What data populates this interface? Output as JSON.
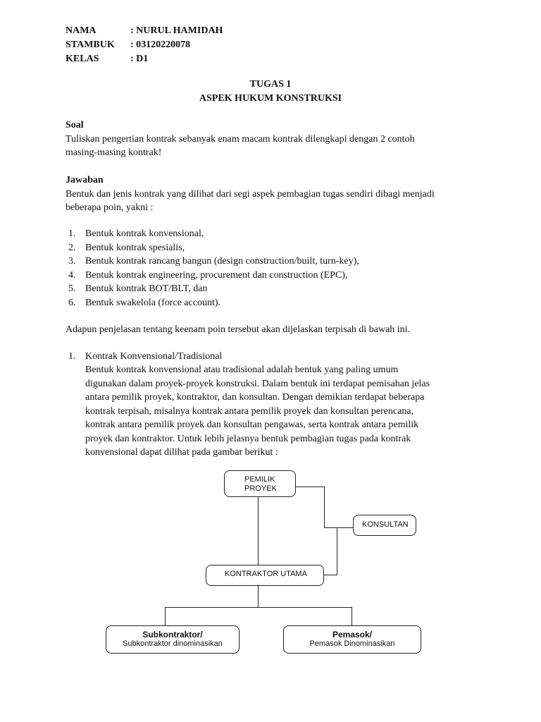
{
  "header": {
    "name_label": "NAMA",
    "name_value": ": NURUL HAMIDAH",
    "stambuk_label": "STAMBUK",
    "stambuk_value": ": 03120220078",
    "kelas_label": "KELAS",
    "kelas_value": ": D1"
  },
  "title": {
    "line1": "TUGAS 1",
    "line2": "ASPEK HUKUM KONSTRUKSI"
  },
  "soal": {
    "heading": "Soal",
    "line1": "Tuliskan pengertian kontrak sebanyak enam macam kontrak dilengkapi dengan 2 contoh",
    "line2": "masing-masing kontrak!"
  },
  "jawaban": {
    "heading": "Jawaban",
    "line1": "Bentuk dan jenis kontrak yang dilihat dari segi aspek pembagian tugas sendiri dibagi menjadi",
    "line2": "beberapa poin, yakni :"
  },
  "list": [
    {
      "num": "1.",
      "text": "Bentuk kontrak konvensional,"
    },
    {
      "num": "2.",
      "text": "Bentuk kontrak spesialis,"
    },
    {
      "num": "3.",
      "text": "Bentuk kontrak rancang bangun (design construction/built, turn-key),"
    },
    {
      "num": "4.",
      "text": "Bentuk kontrak engineering, procurement dan construction (EPC),"
    },
    {
      "num": "5.",
      "text": "Bentuk kontrak BOT/BLT, dan"
    },
    {
      "num": "6.",
      "text": "Bentuk swakelola (force account)."
    }
  ],
  "intro": "Adapun penjelasan tentang keenam poin tersebut akan dijelaskan terpisah di bawah ini.",
  "section1": {
    "num": "1.",
    "title": "Kontrak Konvensional/Tradisional",
    "lines": [
      "Bentuk kontrak konvensional atau tradisional adalah bentuk yang paling umum",
      "digunakan dalam proyek-proyek konstruksi. Dalam bentuk ini terdapat pemisahan jelas",
      "antara pemilik proyek, kontraktor, dan konsultan. Dengan demikian terdapat beberapa",
      "kontrak terpisah, misalnya kontrak antara pemilik proyek dan konsultan perencana,",
      "kontrak antara pemilik proyek dan konsultan pengawas, serta kontrak antara pemilik",
      "proyek dan kontraktor. Untuk lebih jelasnya bentuk pembagian tugas pada kontrak",
      "konvensional dapat dilihat pada gambar berikut :"
    ]
  },
  "diagram": {
    "owner_line1": "PEMILIK",
    "owner_line2": "PROYEK",
    "consultant": "KONSULTAN",
    "main_contractor": "KONTRAKTOR UTAMA",
    "sub_title": "Subkontraktor/",
    "sub_desc": "Subkontraktor dinominasikan",
    "supplier_title": "Pemasok/",
    "supplier_desc": "Pemasok Dinominasikan"
  }
}
